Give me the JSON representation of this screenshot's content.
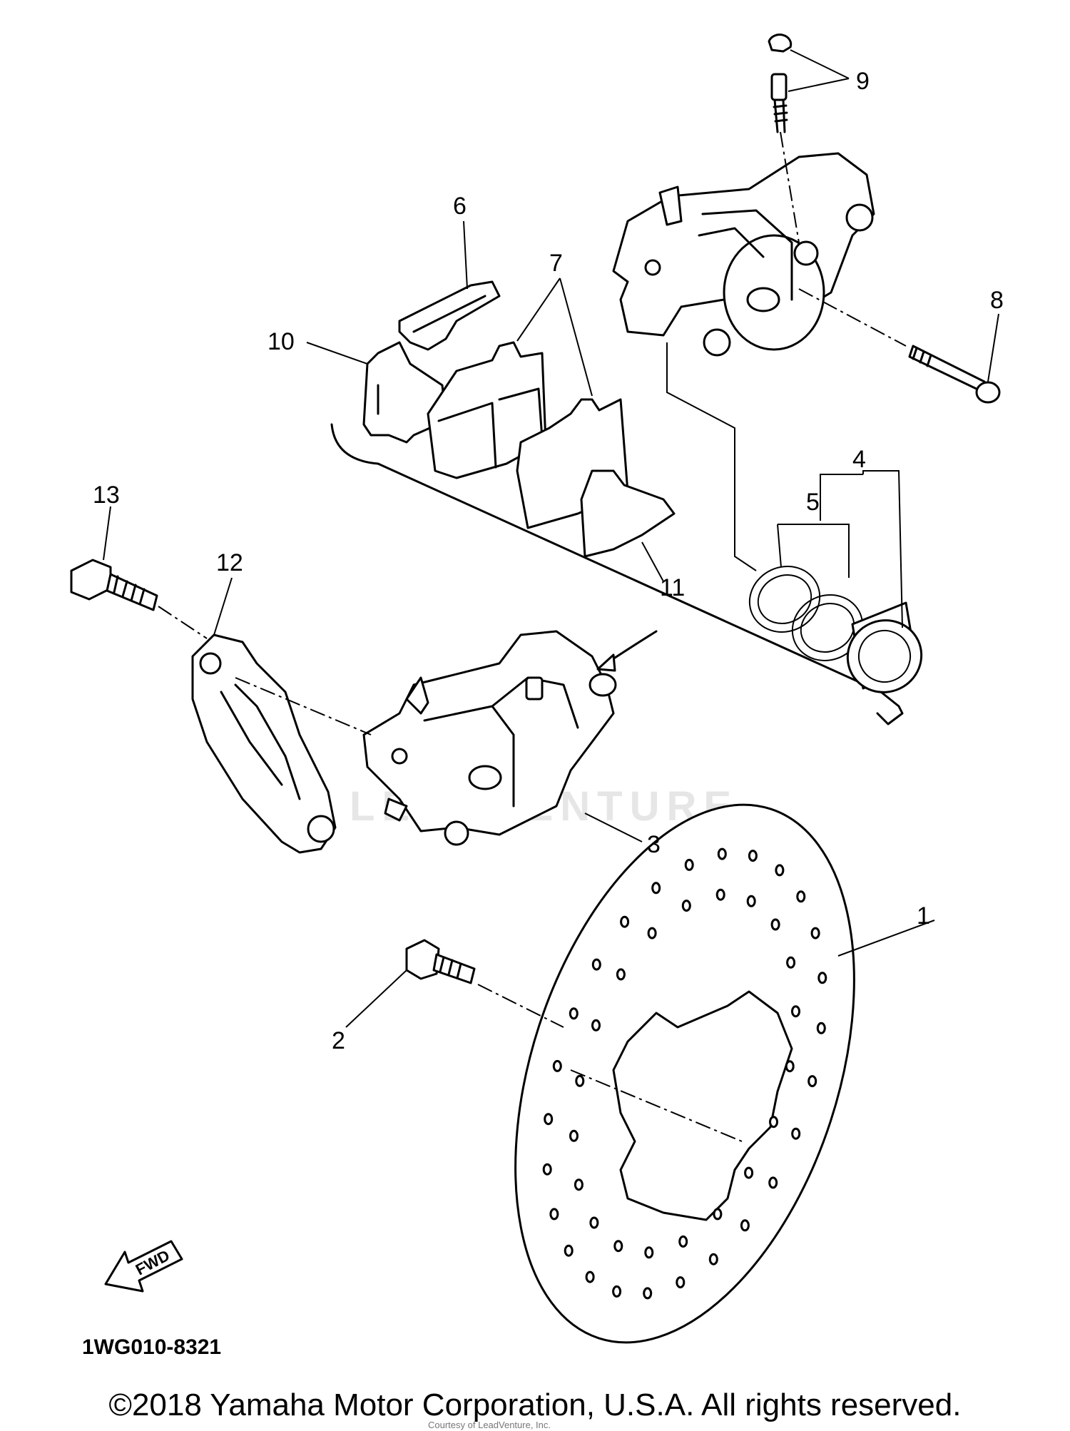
{
  "diagram": {
    "callouts": [
      {
        "id": "1",
        "text": "1"
      },
      {
        "id": "2",
        "text": "2"
      },
      {
        "id": "3",
        "text": "3"
      },
      {
        "id": "4",
        "text": "4"
      },
      {
        "id": "5",
        "text": "5"
      },
      {
        "id": "6",
        "text": "6"
      },
      {
        "id": "7",
        "text": "7"
      },
      {
        "id": "8",
        "text": "8"
      },
      {
        "id": "9",
        "text": "9"
      },
      {
        "id": "10",
        "text": "10"
      },
      {
        "id": "11",
        "text": "11"
      },
      {
        "id": "12",
        "text": "12"
      },
      {
        "id": "13",
        "text": "13"
      }
    ],
    "fwd_label": "FWD",
    "part_number": "1WG010-8321",
    "watermark": "LEADVENTURE"
  },
  "footer": {
    "copyright": "©2018 Yamaha Motor Corporation, U.S.A. All rights reserved.",
    "courtesy": "Courtesy of LeadVenture, Inc."
  }
}
